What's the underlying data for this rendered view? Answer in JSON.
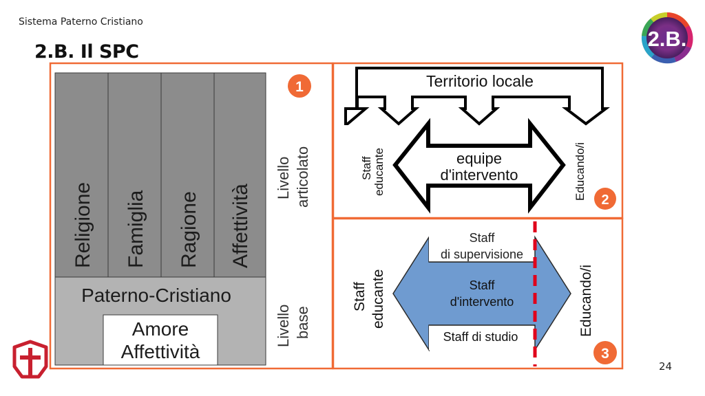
{
  "header": {
    "title": "Sistema Paterno Cristiano"
  },
  "slide": {
    "title": "2.B. Il SPC",
    "badge": "2.B.",
    "page_number": "24"
  },
  "panel1": {
    "number": "1",
    "pillars": [
      "Religione",
      "Famiglia",
      "Ragione",
      "Affettività"
    ],
    "base_label": "Paterno-Cristiano",
    "core_line1": "Amore",
    "core_line2": "Affettività",
    "level_articulated_line1": "Livello",
    "level_articulated_line2": "articolato",
    "level_base_line1": "Livello",
    "level_base_line2": "base"
  },
  "panel2": {
    "number": "2",
    "territory": "Territorio locale",
    "equipe_line1": "equipe",
    "equipe_line2": "d'intervento",
    "left_line1": "Staff",
    "left_line2": "educante",
    "right_label": "Educando/i"
  },
  "panel3": {
    "number": "3",
    "supervision_line1": "Staff",
    "supervision_line2": "di supervisione",
    "intervention_line1": "Staff",
    "intervention_line2": "d'intervento",
    "study": "Staff di studio",
    "left_line1": "Staff",
    "left_line2": "educante",
    "right_label": "Educando/i"
  },
  "colors": {
    "accent": "#f06a35",
    "pillar_fill": "#8c8c8c",
    "base_fill": "#b3b3b3",
    "arrow_blue": "#6f9bd0",
    "divider_red": "#e0001b",
    "logo_red": "#c8202f"
  },
  "icons": {
    "logo": "cross-shield-logo",
    "badge": "rainbow-circle-badge"
  }
}
